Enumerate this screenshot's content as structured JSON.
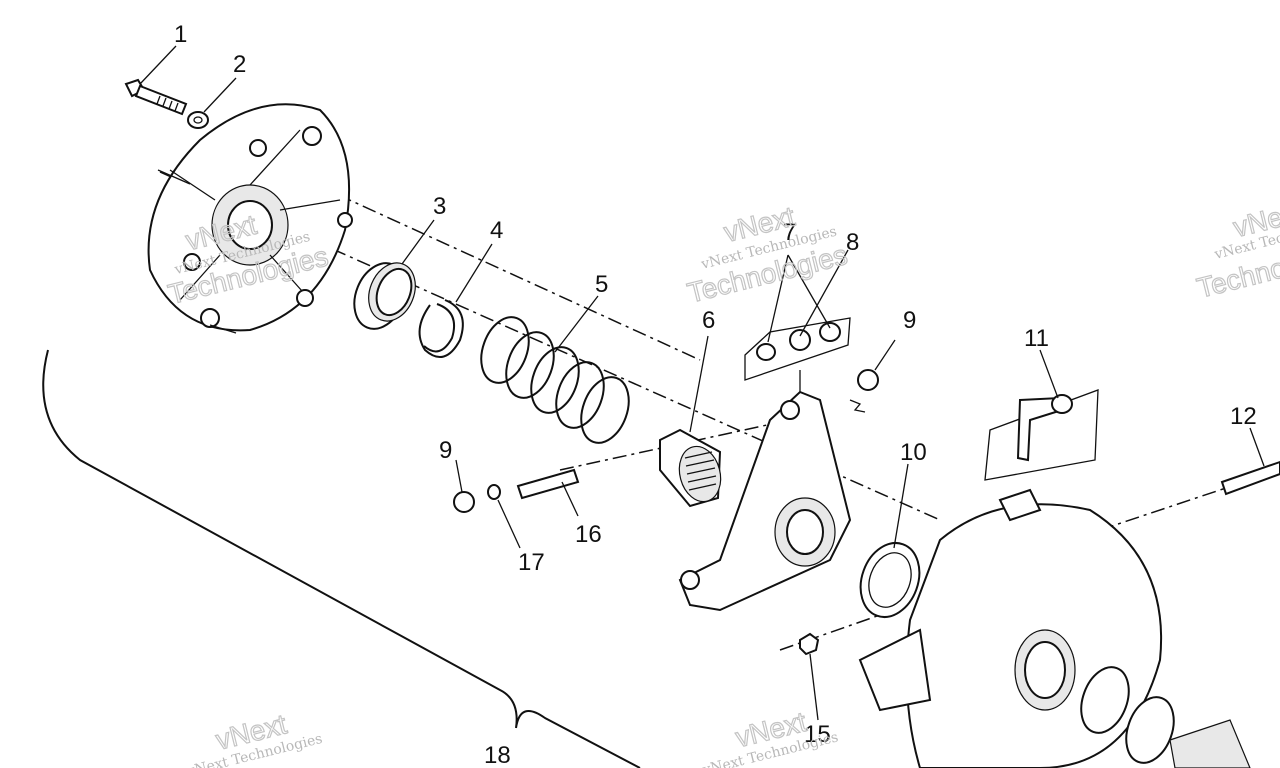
{
  "callouts": {
    "c1": "1",
    "c2": "2",
    "c3": "3",
    "c4": "4",
    "c5": "5",
    "c6": "6",
    "c7": "7",
    "c8": "8",
    "c9a": "9",
    "c9b": "9",
    "c10": "10",
    "c11": "11",
    "c12": "12",
    "c15": "15",
    "c16": "16",
    "c17": "17",
    "c18": "18"
  },
  "watermark": {
    "company": "vNext Technologies",
    "brand_top": "vNext",
    "brand_bottom": "Technologies"
  },
  "colors": {
    "line": "#111111",
    "background": "#ffffff",
    "watermark": "#c4c4c4"
  }
}
